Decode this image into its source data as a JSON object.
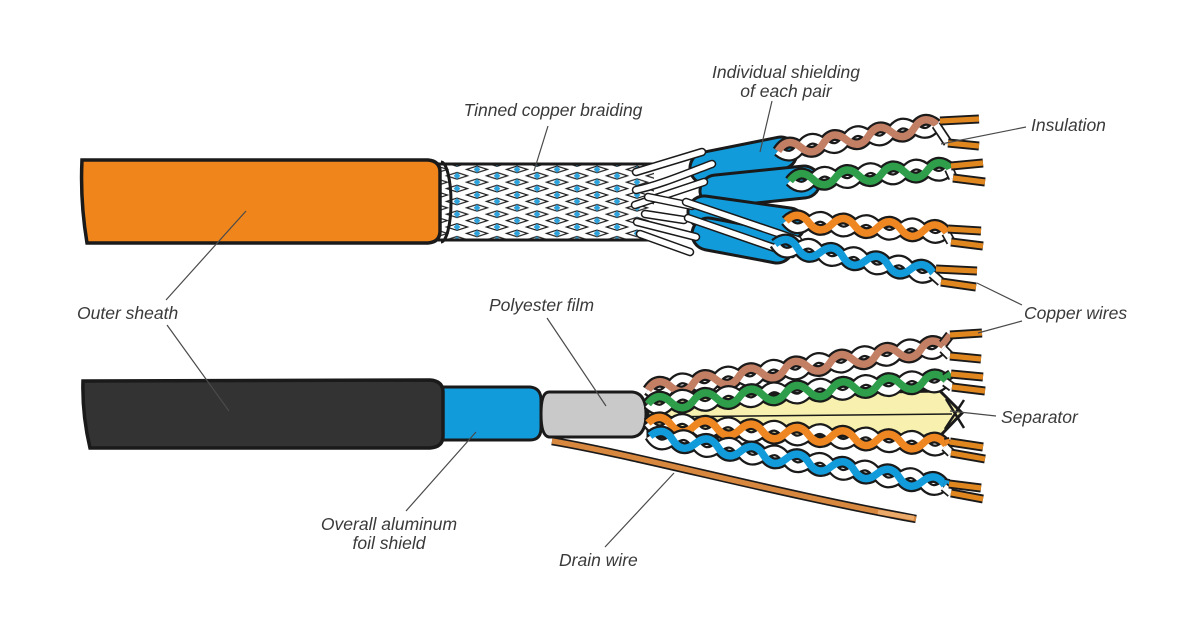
{
  "diagram": {
    "subject": "Shielded twisted-pair cable construction diagram, two cable cutaways",
    "labels": {
      "tinned_copper_braiding": "Tinned copper braiding",
      "individual_shielding": {
        "line1": "Individual shielding",
        "line2": "of each pair"
      },
      "insulation": "Insulation",
      "outer_sheath": "Outer sheath",
      "copper_wires": "Copper wires",
      "polyester_film": "Polyester film",
      "separator": "Separator",
      "overall_aluminum_foil_shield": {
        "line1": "Overall aluminum",
        "line2": "foil shield"
      },
      "drain_wire": "Drain wire"
    },
    "cables": {
      "top": {
        "parts": [
          "Outer sheath",
          "Tinned copper braiding",
          "Individual shielding of each pair",
          "Insulation",
          "Copper wires"
        ],
        "pair_colors": [
          "brown",
          "green",
          "orange",
          "blue"
        ]
      },
      "bottom": {
        "parts": [
          "Outer sheath",
          "Overall aluminum foil shield",
          "Polyester film",
          "Separator",
          "Drain wire",
          "Copper wires"
        ],
        "pair_colors": [
          "brown",
          "green",
          "orange",
          "blue"
        ]
      }
    },
    "colors": {
      "outer_sheath_orange": "#F0861B",
      "outer_sheath_black": "#333333",
      "shield_blue": "#129BDB",
      "braid_white": "#FFFFFF",
      "braid_blue_diamonds": "#2FA3DC",
      "polyester_film_gray": "#C9C9C9",
      "separator_yellow": "#F7F0AE",
      "pair_brown": "#C27F64",
      "pair_green": "#2E9E4A",
      "pair_orange": "#EE8722",
      "pair_blue": "#129BDB",
      "copper": "#E0861F",
      "drain_copper": "#D8873E",
      "outline": "#1A1A1A",
      "label_text": "#3A3A3A",
      "background": "#FFFFFF"
    }
  }
}
